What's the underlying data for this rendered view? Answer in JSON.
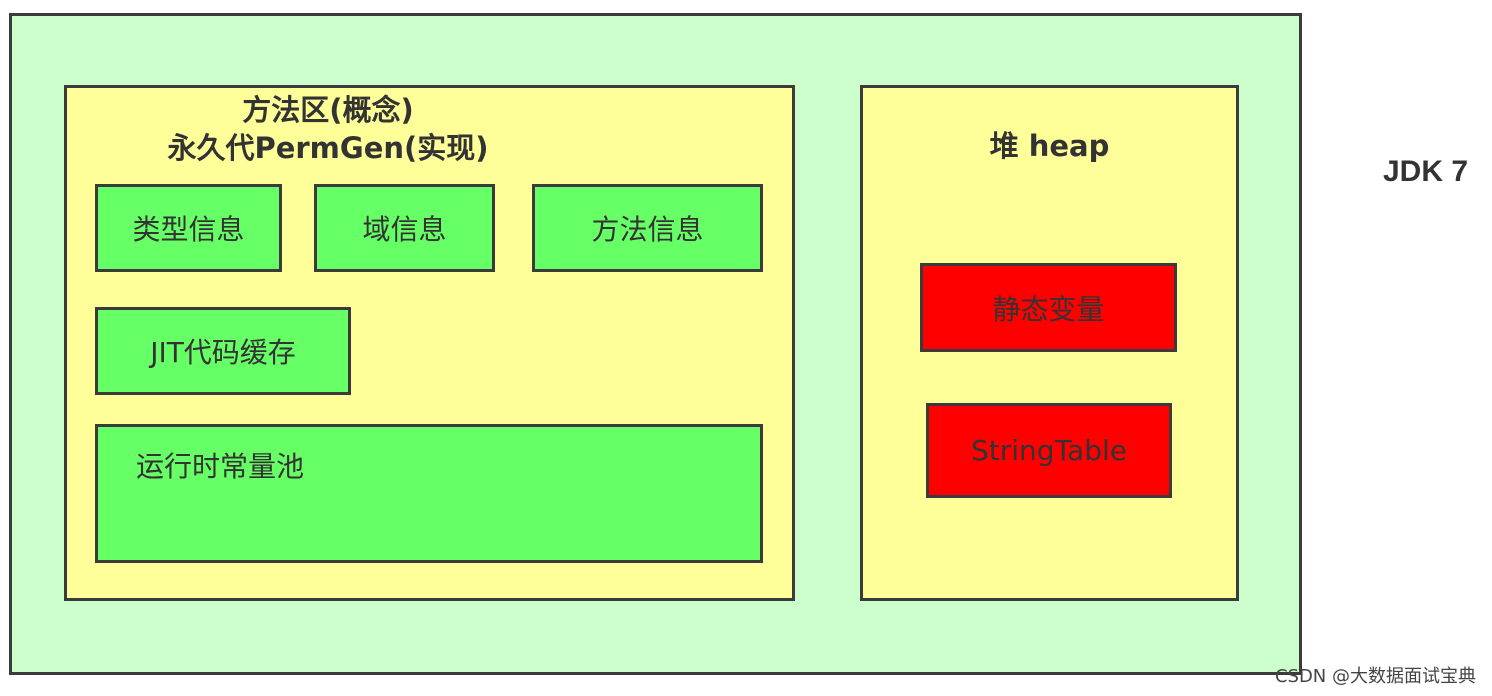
{
  "method_area": {
    "title_line1": "方法区(概念)",
    "title_line2": "永久代PermGen(实现)",
    "items": [
      {
        "label": "类型信息"
      },
      {
        "label": "域信息"
      },
      {
        "label": "方法信息"
      },
      {
        "label": "JIT代码缓存"
      },
      {
        "label": "运行时常量池"
      }
    ]
  },
  "heap": {
    "title": "堆 heap",
    "items": [
      {
        "label": "静态变量"
      },
      {
        "label": "StringTable"
      }
    ]
  },
  "version_label": "JDK 7",
  "watermark": "CSDN @大数据面试宝典",
  "colors": {
    "outer_bg": "#ccffcc",
    "panel_bg": "#ffff99",
    "green_box": "#66ff66",
    "red_box": "#ff0000",
    "border": "#3b3b3b"
  }
}
